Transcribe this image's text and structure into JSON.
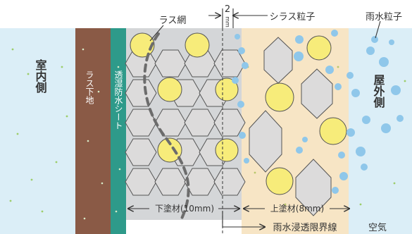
{
  "colors": {
    "indoor": "#dbeef7",
    "outdoor": "#dbeef7",
    "lath_base": "#8a5a46",
    "membrane": "#2e9a8a",
    "under_coat": "#d4d6d8",
    "top_coat": "#f7e5c5",
    "yellow_particle": "#f7ec7a",
    "hex_particle": "#dcdbdb",
    "rain_drop": "#8fc7ea",
    "arrow": "#333333"
  },
  "labels": {
    "indoor": "室内側",
    "lath_base": "ラス下地",
    "membrane": "透湿防水シート",
    "outdoor": "屋外側",
    "lath_net": "ラス網",
    "gap_value": "2",
    "gap_unit": "mm",
    "shirasu": "シラス粒子",
    "rain_particle": "雨水粒子",
    "under_coat": "下塗材(10mm)",
    "top_coat": "上塗材(8mm)",
    "rain_limit": "雨水浸透限界線",
    "air": "空気"
  }
}
